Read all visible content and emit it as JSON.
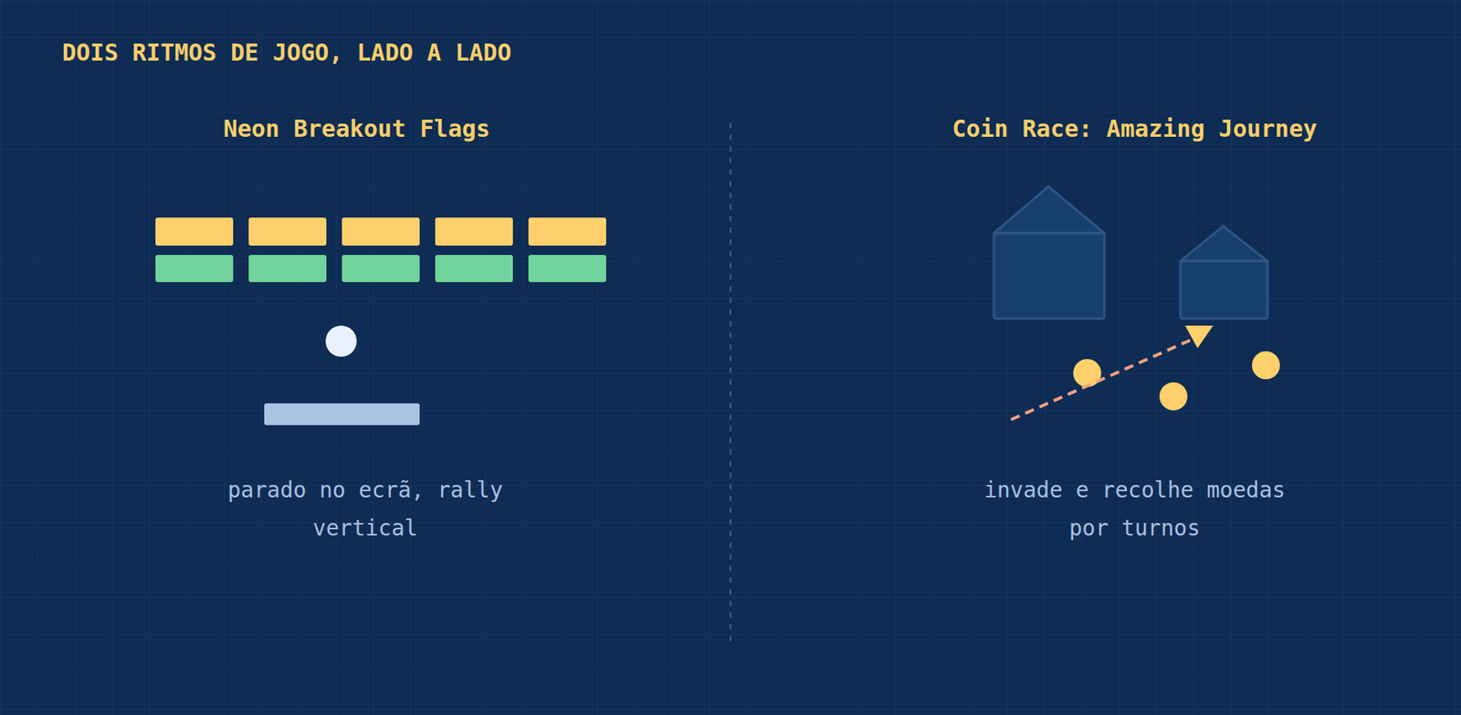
{
  "diagram": {
    "title": "DOIS RITMOS DE JOGO, LADO A LADO",
    "labels": [
      "Neon Breakout Flags",
      "Coin Race: Amazing Journey",
      "parado no ecrã, rally vertical",
      "invade e recolhe moedas por turnos"
    ]
  }
}
